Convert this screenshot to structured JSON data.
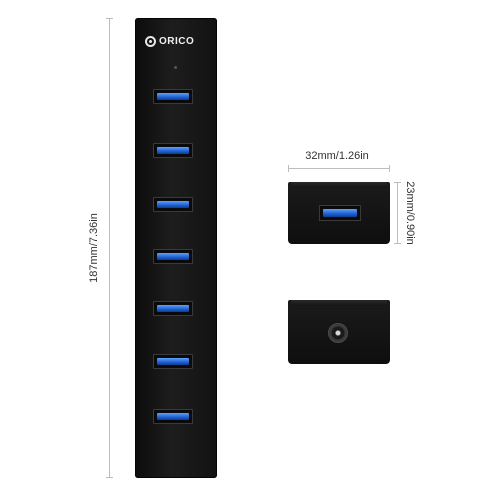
{
  "brand": {
    "logo_text": "ORICO",
    "logo_icon": "orico-ring-icon"
  },
  "hub": {
    "port_count": 7,
    "port_color": "#2b6de0",
    "body_color": "#151515"
  },
  "dimensions": {
    "length_label": "187mm/7.36in",
    "width_label": "32mm/1.26in",
    "height_label": "23mm/0.90in"
  },
  "end_views": {
    "top_view": "usb-port-end",
    "bottom_view": "dc-power-jack-end"
  }
}
